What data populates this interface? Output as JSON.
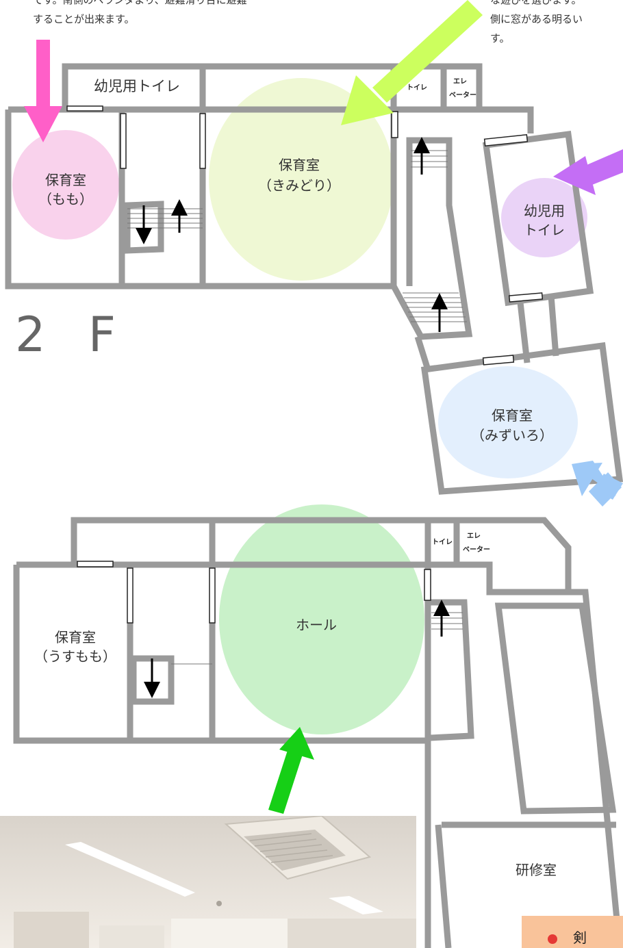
{
  "captions": {
    "top_left_line1": "です。南側のベランダより、避難滑り台に避難",
    "top_left_line2": "することが出来ます。",
    "top_right_line1": "な遊びを選びます。",
    "top_right_line2": "側に窓がある明るい",
    "top_right_line3": "す。"
  },
  "floor2": {
    "label": "2 F",
    "infant_toilet_top": "幼児用トイレ",
    "room_momo_line1": "保育室",
    "room_momo_line2": "（もも）",
    "room_kimidori_line1": "保育室",
    "room_kimidori_line2": "（きみどり）",
    "toilet": "トイレ",
    "elevator_line1": "エレ",
    "elevator_line2": "ベーター",
    "infant_toilet_right_line1": "幼児用",
    "infant_toilet_right_line2": "トイレ",
    "room_mizuiro_line1": "保育室",
    "room_mizuiro_line2": "（みずいろ）"
  },
  "floor1": {
    "toilet": "トイレ",
    "elevator_line1": "エレ",
    "elevator_line2": "ベーター",
    "room_usumomo_line1": "保育室",
    "room_usumomo_line2": "（うすもも）",
    "hall": "ホール",
    "training_room": "研修室"
  },
  "badge": {
    "text": "剣"
  },
  "colors": {
    "momo": "#f9d2ec",
    "kimidori": "#eff8d4",
    "toilet_purple": "#ead3f7",
    "mizuiro": "#e3effd",
    "hall_green": "#c9f1c9",
    "arrow_pink": "#ff5fc8",
    "arrow_lime": "#ccff5e",
    "arrow_purple": "#c46ef5",
    "arrow_blue": "#9ec9f7",
    "arrow_green": "#16cf16"
  }
}
